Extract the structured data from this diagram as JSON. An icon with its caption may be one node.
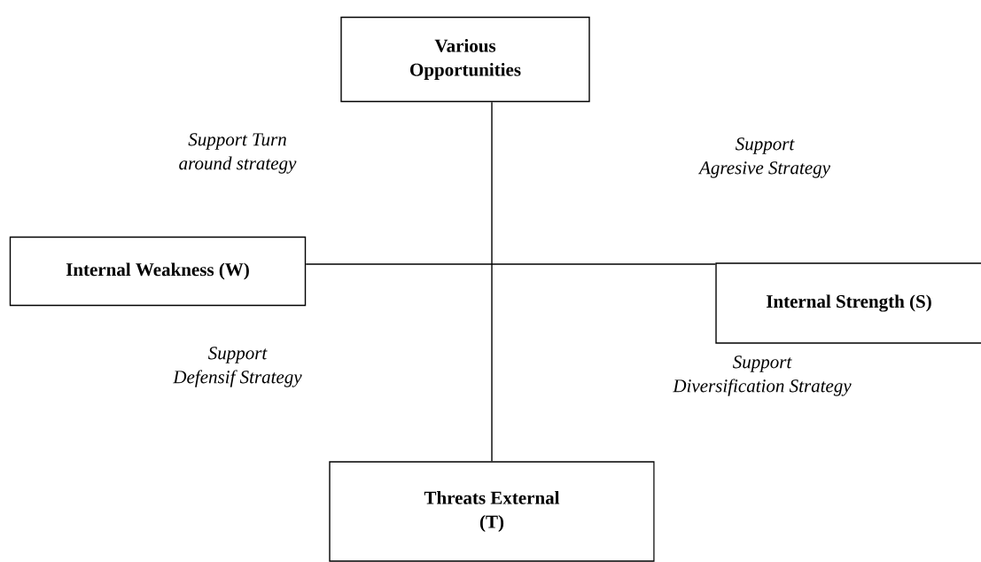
{
  "diagram": {
    "nodes": [
      {
        "text": [
          "Various Opportunities"
        ]
      },
      {
        "text": [
          "Internal Weakness (W)"
        ]
      },
      {
        "text": [
          "Internal Strength (S)"
        ]
      },
      {
        "text": [
          "Threats External (T)"
        ]
      }
    ],
    "edges": [
      {
        "from": 0,
        "to": 3,
        "arrow": "none"
      },
      {
        "from": 1,
        "to": 2,
        "arrow": "none"
      }
    ],
    "labels": [
      "Support Turn around strategy",
      "Support Agresive Strategy",
      "Support Defensif Strategy",
      "Support Diversification Strategy"
    ]
  }
}
